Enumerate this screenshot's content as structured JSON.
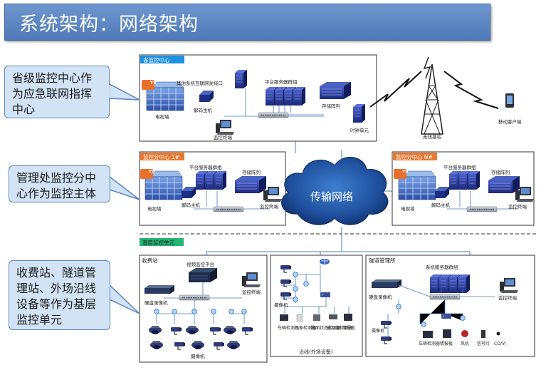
{
  "title": "系统架构：网络架构",
  "callouts": {
    "provincial": [
      "省级监控中心作",
      "为应急联网指挥",
      "中心"
    ],
    "branch": [
      "管理处监控分中",
      "心作为监控主体"
    ],
    "base": [
      "收费站、隧道管",
      "理站、外场沿线",
      "设备等作为基层",
      "监控单元"
    ]
  },
  "center": {
    "title": "省监控中心",
    "other_system": "其他系统互联网关接口",
    "server_group": "平台服务器群组",
    "storage": "存储阵列",
    "tv_wall": "电视墙",
    "decoder": "解码主机",
    "terminal": "监控终端",
    "time_unit": "时钟单元",
    "base_station": "无线基站",
    "mobile": "移动客户端"
  },
  "branch1": {
    "title": "监控分中心 1#",
    "server_group": "平台服务器群组",
    "storage": "存储阵列",
    "tv_wall": "电视墙",
    "decoder": "解码主机",
    "terminal": "监控终端"
  },
  "branchN": {
    "title": "监控分中心 N#",
    "server_group": "平台服务器群组",
    "storage": "存储阵列",
    "tv_wall": "电视墙",
    "decoder": "解码主机",
    "terminal": "监控终端"
  },
  "cloud": "传输网络",
  "base": {
    "title": "基层监控单元",
    "toll": {
      "title": "收费站",
      "platform": "视频监控平台",
      "dvr": "硬盘录像机",
      "terminal": "监控终端",
      "cameras": "摄像机"
    },
    "field": {
      "title": "沿线(外场设备)",
      "camera": "摄像机",
      "devices": [
        "车辆检测器",
        "气象检测器",
        "路面状态检测器",
        "能见度检测器",
        "情报板"
      ]
    },
    "tunnel": {
      "title": "隧道管理所",
      "server_group": "系统服务器群组",
      "dvr": "硬盘录像机",
      "terminal": "监控终端",
      "camera": "摄像机",
      "devices": [
        "车辆检测器",
        "情报板",
        "风机",
        "信号灯",
        "CO/VI"
      ]
    }
  },
  "tv_label": "TV"
}
